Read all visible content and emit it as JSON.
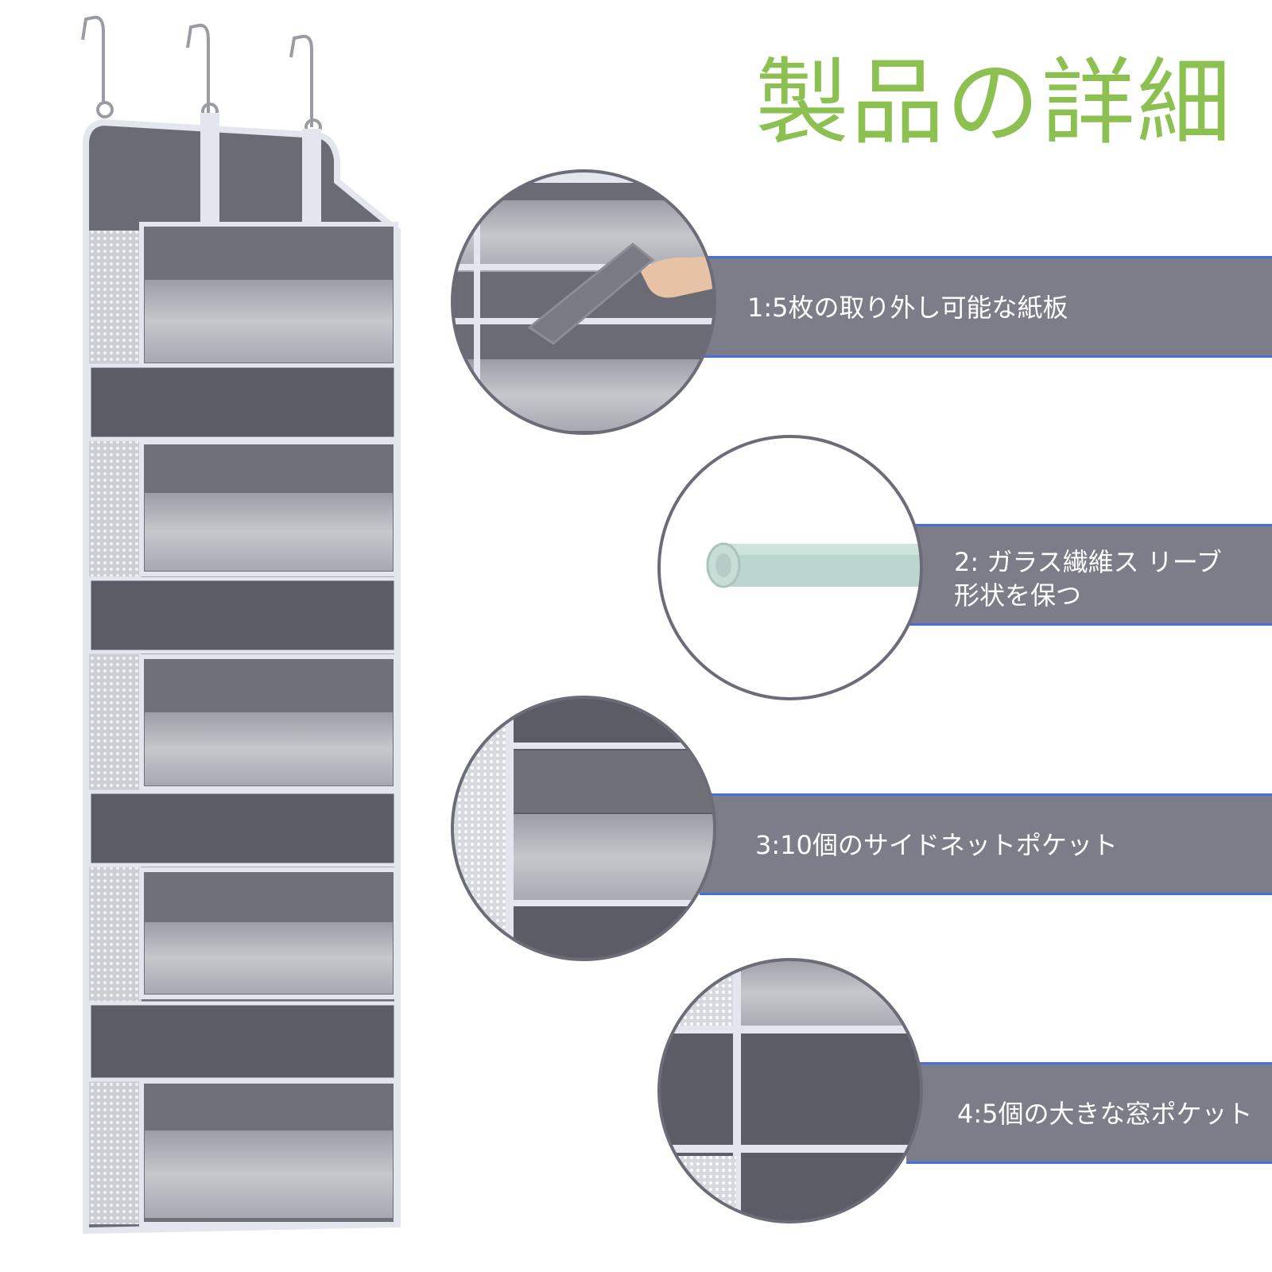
{
  "title": "製品の詳細",
  "features": [
    {
      "label": "1:5枚の取り外し可能な紙板"
    },
    {
      "label_line1": "2: ガラス繊維ス リーブ",
      "label_line2": "形状を保つ"
    },
    {
      "label": "3:10個のサイドネットポケット"
    },
    {
      "label": "4:5個の大きな窓ポケット"
    }
  ],
  "colors": {
    "title": "#8cc152",
    "band": "#7d7d89",
    "band_border": "#4a6fd8",
    "fabric": "#6b6b75",
    "fabric_dark": "#5c5c66",
    "binding": "#e4e6ef",
    "window": "#b9b9c1"
  }
}
